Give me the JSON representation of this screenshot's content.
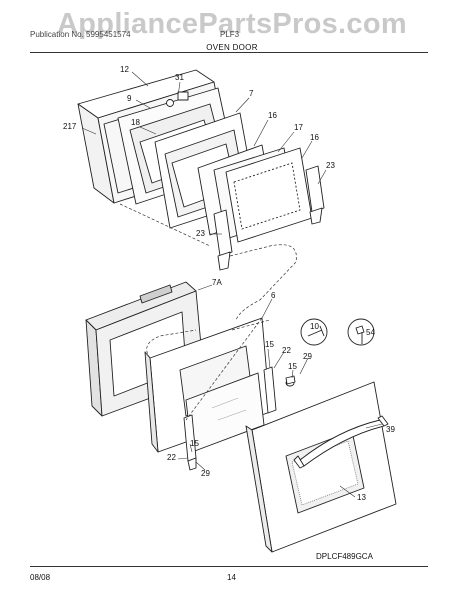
{
  "watermark": "AppliancePartsPros.com",
  "header": {
    "left": "Publication No. 5995451574",
    "mid": "PLF3"
  },
  "title": "OVEN DOOR",
  "callouts": [
    "12",
    "31",
    "9",
    "18",
    "7",
    "217",
    "16",
    "17",
    "16",
    "23",
    "23",
    "7A",
    "6",
    "10",
    "54",
    "15",
    "22",
    "29",
    "15",
    "39",
    "13",
    "15",
    "22",
    "29"
  ],
  "diagram_code": "DPLCF489GCA",
  "footer": {
    "date": "08/08",
    "page": "14"
  }
}
